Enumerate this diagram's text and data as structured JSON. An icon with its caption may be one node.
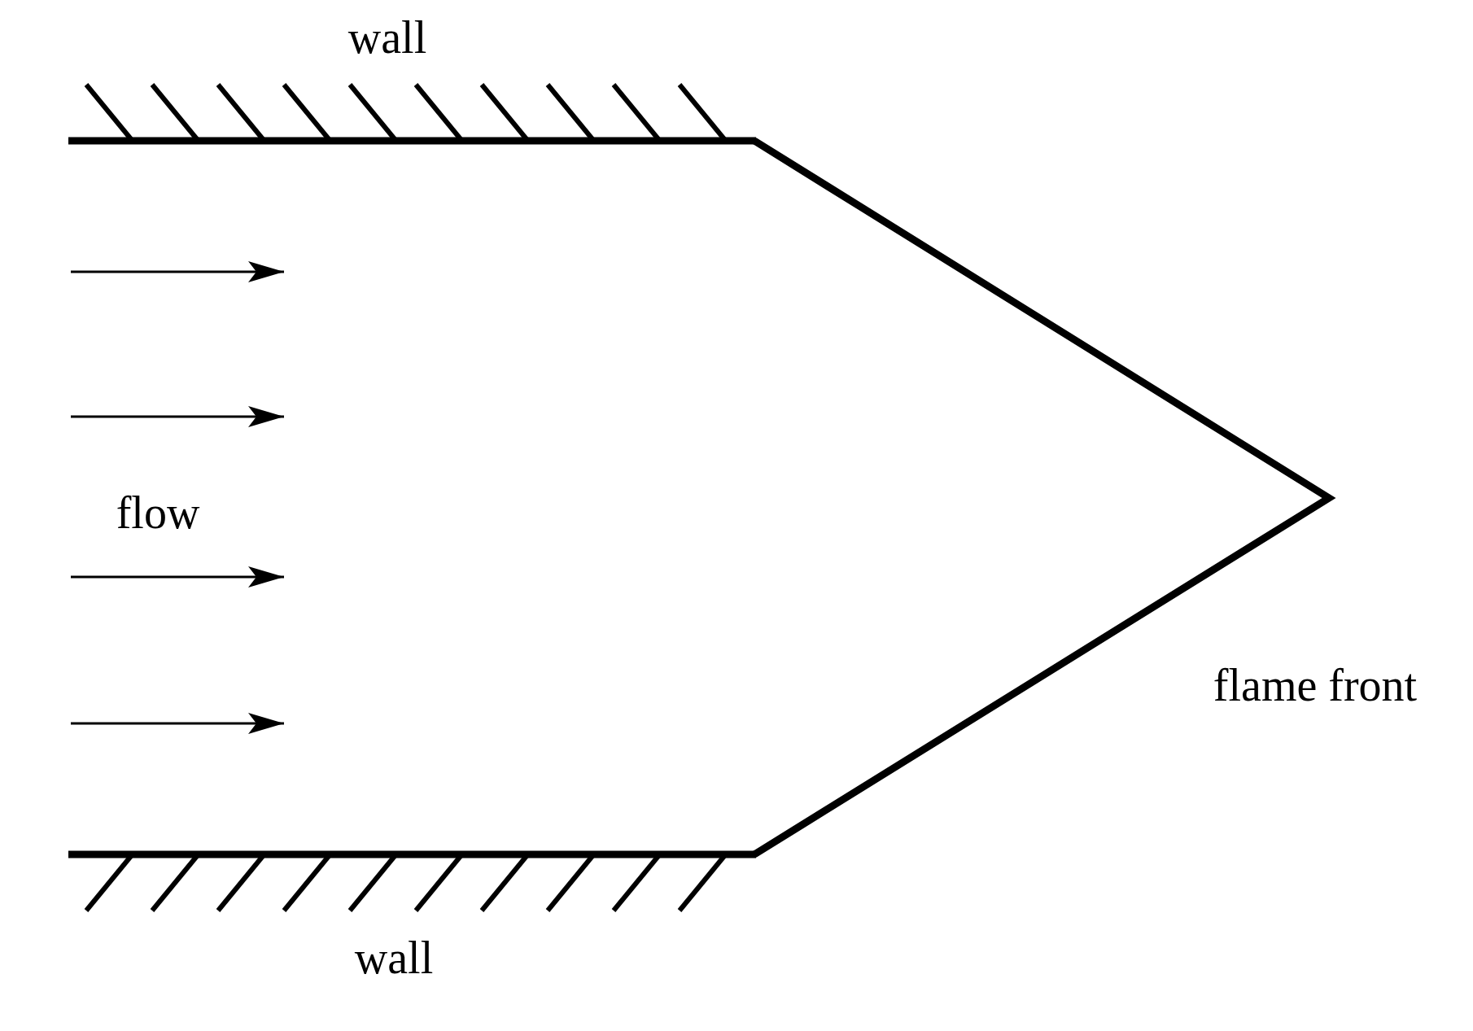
{
  "diagram": {
    "labels": [
      "wall",
      "flow",
      "flame front",
      "wall"
    ]
  }
}
